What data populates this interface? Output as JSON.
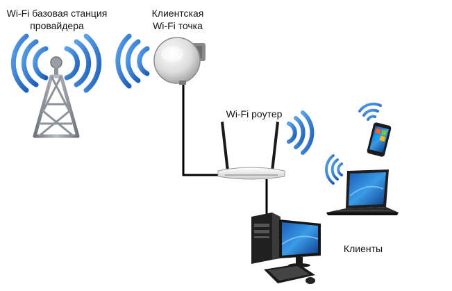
{
  "labels": {
    "isp_station_line1": "Wi-Fi базовая станция",
    "isp_station_line2": "провайдера",
    "client_point_line1": "Клиентская",
    "client_point_line2": "Wi-Fi точка",
    "router": "Wi-Fi роутер",
    "clients": "Клиенты"
  },
  "icons": [
    "cell-tower-icon",
    "wifi-waves-icon",
    "wifi-access-point-icon",
    "wifi-router-icon",
    "smartphone-icon",
    "laptop-icon",
    "desktop-computer-icon"
  ],
  "colors": {
    "wifi_waves": "#2a6fc9",
    "cable": "#000000",
    "tower": "#8e939a"
  }
}
